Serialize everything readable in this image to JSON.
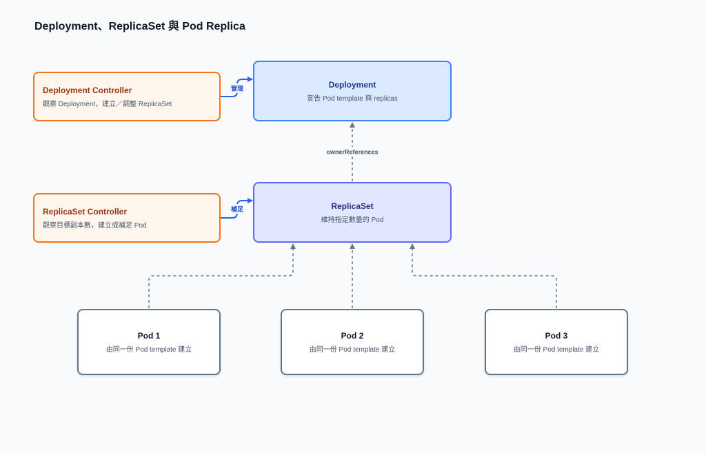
{
  "title": "Deployment、ReplicaSet 與 Pod Replica",
  "nodes": {
    "deployment": {
      "name": "Deployment",
      "desc": "宣告 Pod template 與 replicas"
    },
    "replicaset": {
      "name": "ReplicaSet",
      "desc": "維持指定數量的 Pod"
    },
    "deployment_controller": {
      "name": "Deployment Controller",
      "desc": "觀察 Deployment，建立／調整 ReplicaSet"
    },
    "replicaset_controller": {
      "name": "ReplicaSet Controller",
      "desc": "觀察目標副本數，建立或補足 Pod"
    },
    "pods": [
      {
        "name": "Pod 1",
        "desc": "由同一份 Pod template 建立"
      },
      {
        "name": "Pod 2",
        "desc": "由同一份 Pod template 建立"
      },
      {
        "name": "Pod 3",
        "desc": "由同一份 Pod template 建立"
      }
    ]
  },
  "edges": {
    "manage_label": "管理",
    "fill_label": "補足",
    "owner_label": "ownerReferences"
  },
  "colors": {
    "controller_arrow": "#2563eb",
    "owner_arrow": "#64748b"
  }
}
